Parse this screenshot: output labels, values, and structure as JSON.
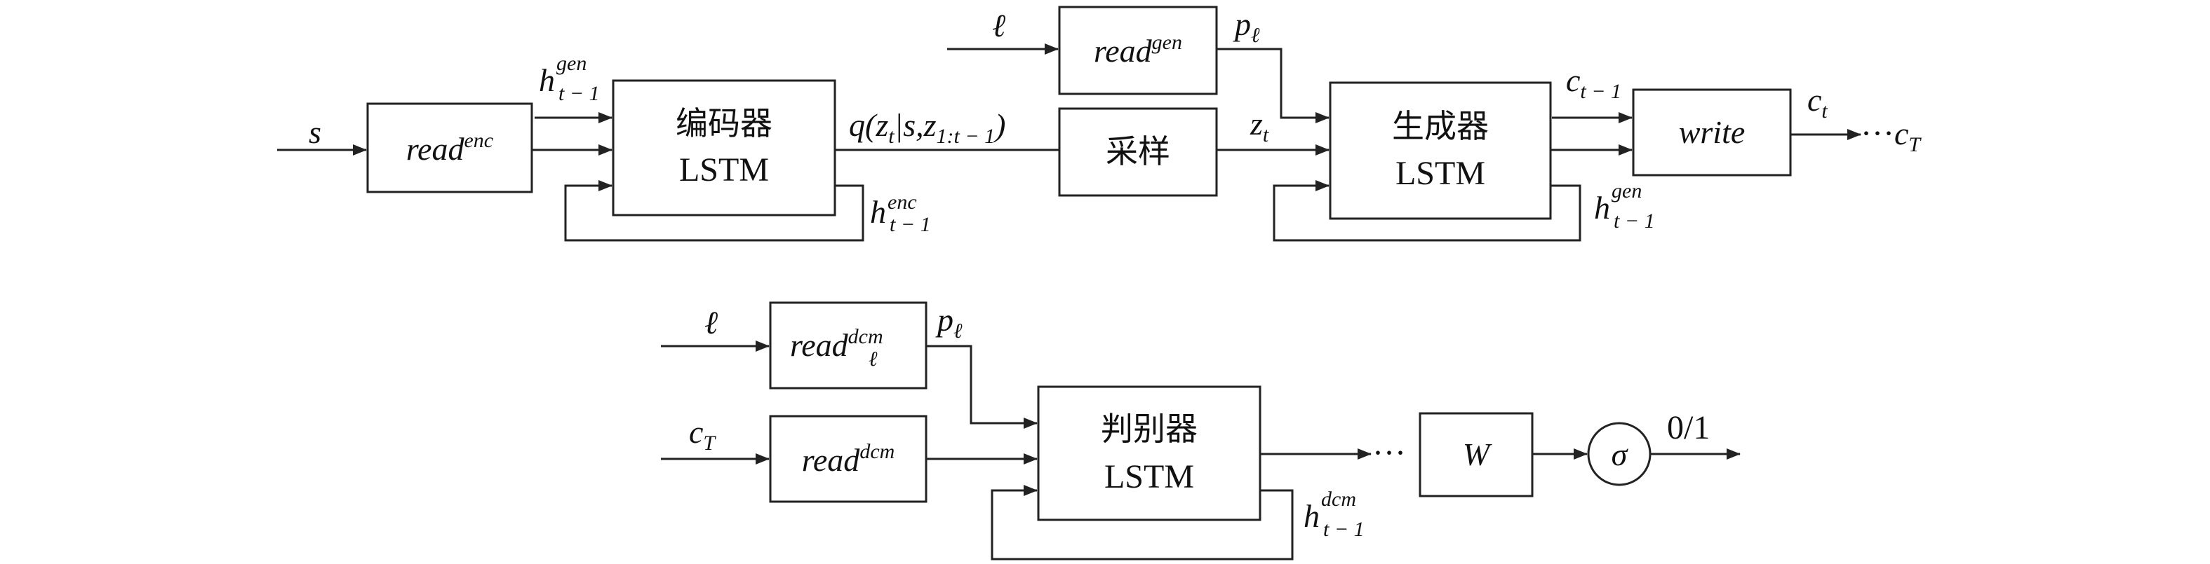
{
  "top": {
    "input_s": "s",
    "read_enc": {
      "base": "read",
      "sup": "enc"
    },
    "h_gen_prev": {
      "base": "h",
      "sup": "gen",
      "sub": "t − 1"
    },
    "encoder": {
      "name": "编码器",
      "type": "LSTM"
    },
    "h_enc_prev": {
      "base": "h",
      "sup": "enc",
      "sub": "t − 1"
    },
    "q_label": {
      "q": "q(",
      "z": "z",
      "zsub": "t",
      "bar": "|",
      "rest": "s,z",
      "rsub": "1:t − 1",
      "close": ")"
    },
    "ell_input": "ℓ",
    "read_gen": {
      "base": "read",
      "sup": "gen"
    },
    "p_ell": {
      "base": "p",
      "sub": "ℓ"
    },
    "sampler": "采样",
    "z_t": {
      "base": "z",
      "sub": "t"
    },
    "generator": {
      "name": "生成器",
      "type": "LSTM"
    },
    "h_gen_loop": {
      "base": "h",
      "sup": "gen",
      "sub": "t − 1"
    },
    "c_prev": {
      "base": "c",
      "sub": "t − 1"
    },
    "write": "write",
    "c_t": {
      "base": "c",
      "sub": "t"
    },
    "c_T": {
      "dots": "···",
      "base": "c",
      "sub": "T"
    }
  },
  "bottom": {
    "ell_input": "ℓ",
    "read_dcm_ell": {
      "base": "read",
      "sup": "dcm",
      "sub": "ℓ"
    },
    "p_ell": {
      "base": "p",
      "sub": "ℓ"
    },
    "c_T_input": {
      "base": "c",
      "sub": "T"
    },
    "read_dcm": {
      "base": "read",
      "sup": "dcm"
    },
    "discriminator": {
      "name": "判别器",
      "type": "LSTM"
    },
    "h_dcm_prev": {
      "base": "h",
      "sup": "dcm",
      "sub": "t − 1"
    },
    "dots": "···",
    "W": "W",
    "sigma": "σ",
    "output": "0/1"
  }
}
